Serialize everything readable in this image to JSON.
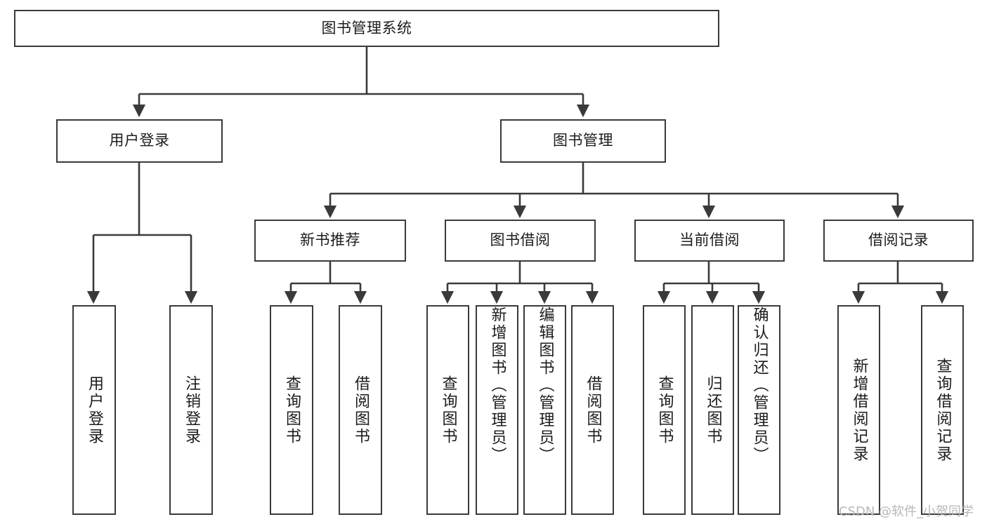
{
  "diagram": {
    "type": "tree",
    "title": "图书管理系统",
    "orientation": "top-down",
    "watermark": "CSDN @软件_小贺同学",
    "nodes": {
      "root": {
        "label": "图书管理系统"
      },
      "level1": [
        {
          "id": "user-login",
          "label": "用户登录"
        },
        {
          "id": "book-manage",
          "label": "图书管理"
        }
      ],
      "level2": [
        {
          "id": "new-book-recommend",
          "label": "新书推荐"
        },
        {
          "id": "book-borrow",
          "label": "图书借阅"
        },
        {
          "id": "current-borrow",
          "label": "当前借阅"
        },
        {
          "id": "borrow-record",
          "label": "借阅记录"
        }
      ],
      "leaves": {
        "user-login": [
          {
            "id": "leaf-user-login",
            "label": "用户登录"
          },
          {
            "id": "leaf-logout-login",
            "label": "注销登录"
          }
        ],
        "new-book-recommend": [
          {
            "id": "leaf-query-book-1",
            "label": "查询图书"
          },
          {
            "id": "leaf-borrow-book-1",
            "label": "借阅图书"
          }
        ],
        "book-borrow": [
          {
            "id": "leaf-query-book-2",
            "label": "查询图书"
          },
          {
            "id": "leaf-add-book",
            "label": "新增图书（管理员）"
          },
          {
            "id": "leaf-edit-book",
            "label": "编辑图书（管理员）"
          },
          {
            "id": "leaf-borrow-book-2",
            "label": "借阅图书"
          }
        ],
        "current-borrow": [
          {
            "id": "leaf-query-book-3",
            "label": "查询图书"
          },
          {
            "id": "leaf-return-book",
            "label": "归还图书"
          },
          {
            "id": "leaf-confirm-return",
            "label": "确认归还（管理员）"
          }
        ],
        "borrow-record": [
          {
            "id": "leaf-add-record",
            "label": "新增借阅记录"
          },
          {
            "id": "leaf-query-record",
            "label": "查询借阅记录"
          }
        ]
      }
    },
    "colors": {
      "background": "#ffffff",
      "node_border": "#3a3a3a",
      "node_fill": "#ffffff",
      "edge": "#3a3a3a",
      "text": "#1c1c1c",
      "watermark": "#b7b7b7"
    }
  }
}
